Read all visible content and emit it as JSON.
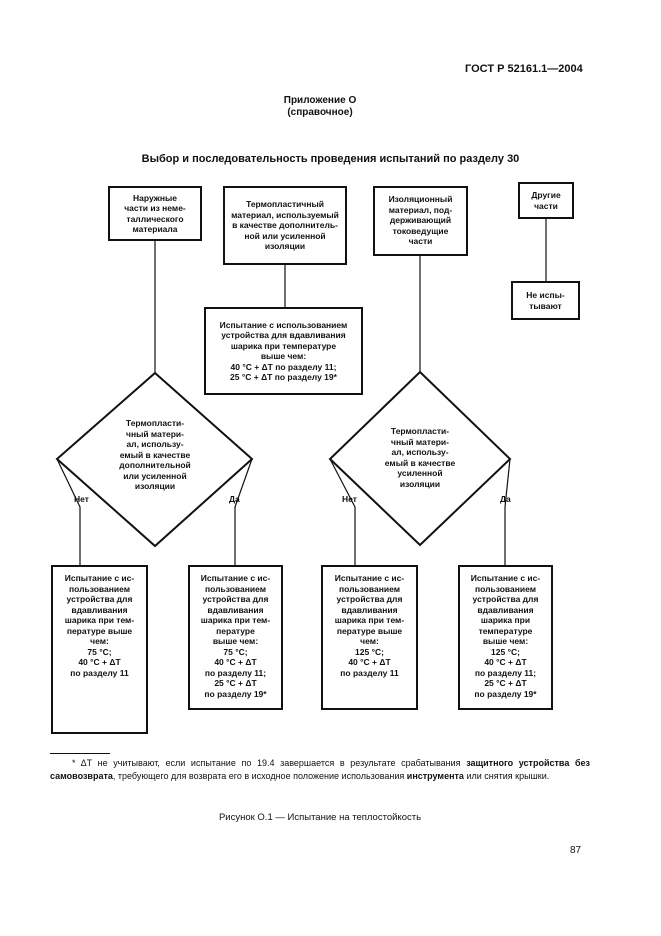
{
  "header": {
    "standard": "ГОСТ Р 52161.1—2004"
  },
  "annex": {
    "line1": "Приложение О",
    "line2": "(справочное)"
  },
  "title": "Выбор и последовательность проведения испытаний по разделу 30",
  "boxes": {
    "nonmetal": "Наружные\nчасти из неме-\nталлического\nматериала",
    "thermo": "Термопластичный\nматериал, используемый\nв качестве дополнитель-\nной или усиленной\nизоляции",
    "insul": "Изоляционный\nматериал, под-\nдерживающий\nтоковедущие\nчасти",
    "other": "Другие\nчасти",
    "notest": "Не испы-\nтывают",
    "balltest_top": "Испытание с использованием\nустройства для вдавливания\nшарика при температуре\nвыше чем:\n40 °С + ΔT по разделу 11;\n25 °С + ΔT по разделу 19*",
    "res1": "Испытание с ис-\nпользованием\nустройства для\nвдавливания\nшарика при тем-\nпературе выше\nчем:\n75 °С;\n40 °С + ΔT\nпо разделу 11",
    "res2": "Испытание с ис-\nпользованием\nустройства для\nвдавливания\nшарика при тем-\nпературе\nвыше чем:\n75 °С;\n40 °С + ΔT\nпо разделу 11;\n25 °С + ΔT\nпо разделу 19*",
    "res3": "Испытание с ис-\nпользованием\nустройства для\nвдавливания\nшарика при тем-\nпературе выше\nчем:\n125 °С;\n40 °С + ΔT\nпо разделу 11",
    "res4": "Испытание с ис-\nпользованием\nустройства для\nвдавливания\nшарика при\nтемпературе\nвыше чем:\n125 °С;\n40 °С + ΔT\nпо разделу 11;\n25 °С + ΔT\nпо разделу 19*"
  },
  "diamonds": {
    "left": "Термопласти-\nчный матери-\nал, использу-\nемый в качестве\nдополнительной\nили усиленной\nизоляции",
    "right": "Термопласти-\nчный матери-\nал, использу-\nемый в качестве\nусиленной\nизоляции"
  },
  "branches": {
    "no": "Нет",
    "yes": "Да"
  },
  "footnote": {
    "mark": "*",
    "part1": " ΔT не учитывают, если испытание по 19.4 завершается в результате срабатывания ",
    "bold1": "защитного устройства без самовозврата",
    "part2": ", требующего для возврата его в исходное положение использования ",
    "bold2": "инструмента",
    "part3": " или снятия крышки."
  },
  "caption": "Рисунок О.1 — Испытание на теплостойкость",
  "page_number": "87"
}
